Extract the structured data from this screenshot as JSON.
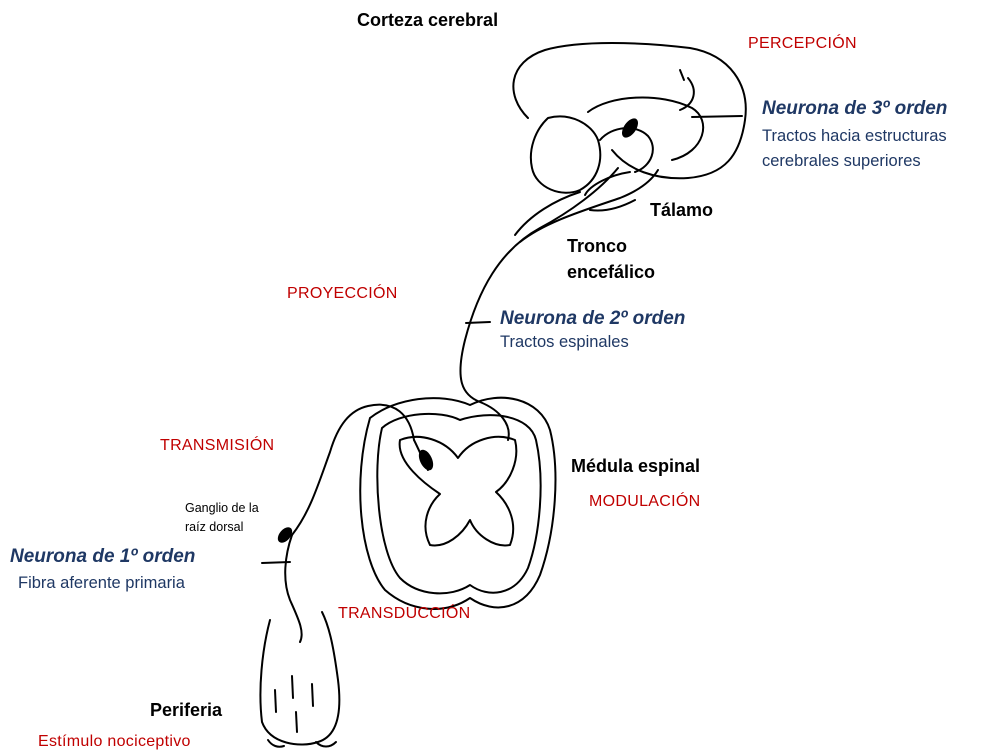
{
  "labels": {
    "cortex": "Corteza cerebral",
    "thalamus": "Tálamo",
    "brainstem_line1": "Tronco",
    "brainstem_line2": "encefálico",
    "spinal_cord": "Médula espinal",
    "periphery": "Periferia"
  },
  "processes": {
    "perception": "PERCEPCIÓN",
    "projection": "PROYECCIÓN",
    "transmission": "TRANSMISIÓN",
    "modulation": "MODULACIÓN",
    "transduction": "TRANSDUCCIÓN",
    "stimulus": "Estímulo nociceptivo"
  },
  "neurons": {
    "third": {
      "title": "Neurona de 3º orden",
      "desc_line1": "Tractos hacia estructuras",
      "desc_line2": "cerebrales superiores"
    },
    "second": {
      "title": "Neurona de 2º orden",
      "desc": "Tractos espinales"
    },
    "first": {
      "title": "Neurona de 1º orden",
      "desc": "Fibra aferente primaria"
    }
  },
  "ganglion": {
    "line1": "Ganglio de la",
    "line2": "raíz dorsal"
  },
  "colors": {
    "process_red": "#c00000",
    "neuron_blue": "#1f3864",
    "line": "#000000"
  }
}
